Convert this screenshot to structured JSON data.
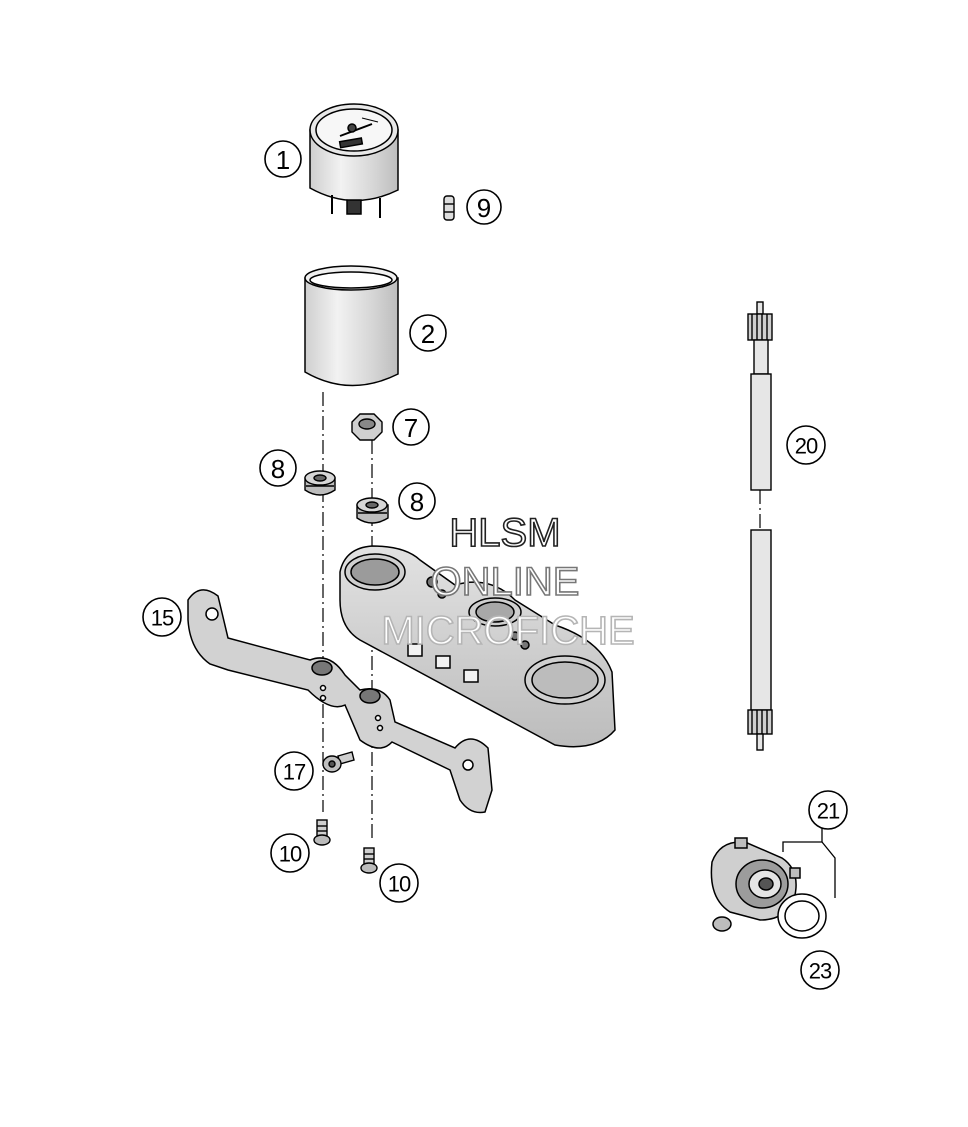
{
  "callouts": {
    "c1": "1",
    "c2": "2",
    "c7": "7",
    "c8a": "8",
    "c8b": "8",
    "c9": "9",
    "c10a": "10",
    "c10b": "10",
    "c15": "15",
    "c17": "17",
    "c20": "20",
    "c21": "21",
    "c23": "23"
  },
  "watermark": {
    "line1": "HLSM",
    "line2": "ONLINE",
    "line3": "MICROFICHE"
  },
  "colors": {
    "line": "#000000",
    "part_fill": "#d9d9d9",
    "part_light": "#efefef",
    "watermark_stroke_1": "#222222",
    "watermark_stroke_2": "#777777",
    "watermark_stroke_3": "#b5b5b5"
  }
}
